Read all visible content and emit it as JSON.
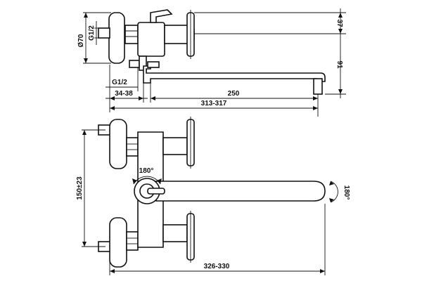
{
  "dimensions": {
    "d70": "Ø70",
    "g12_top": "G1/2",
    "g12_bottom": "G1/2",
    "offset": "34-38",
    "d250": "250",
    "d313": "313-317",
    "d37": "37",
    "d91": "91",
    "d150": "150±23",
    "d326": "326-330",
    "rot180_lever": "180°",
    "rot180_spout": "180°"
  }
}
